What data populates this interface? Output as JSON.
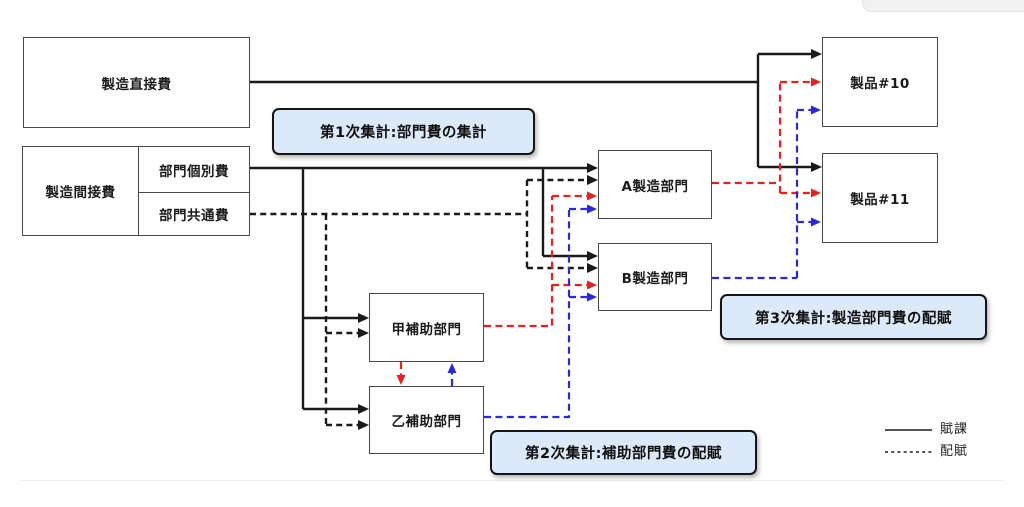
{
  "diagram": {
    "boxes": {
      "direct_cost": {
        "label": "製造直接費"
      },
      "indirect_cost": {
        "label": "製造間接費"
      },
      "dept_individual": {
        "label": "部門個別費"
      },
      "dept_common": {
        "label": "部門共通費"
      },
      "dept_a": {
        "label": "A製造部門"
      },
      "dept_b": {
        "label": "B製造部門"
      },
      "aux_ko": {
        "label": "甲補助部門"
      },
      "aux_otsu": {
        "label": "乙補助部門"
      },
      "product_10": {
        "label": "製品#10"
      },
      "product_11": {
        "label": "製品#11"
      }
    },
    "banners": {
      "first": {
        "label": "第1次集計:部門費の集計"
      },
      "second": {
        "label": "第2次集計:補助部門費の配賦"
      },
      "third": {
        "label": "第3次集計:製造部門費の配賦"
      }
    },
    "legend": {
      "solid": {
        "label": "賦課"
      },
      "dashed": {
        "label": "配賦"
      }
    },
    "colors": {
      "line_black": "#1a1a1a",
      "line_red": "#e8211d",
      "line_blue": "#2929d6",
      "banner_bg": "#dbe9f8",
      "banner_border": "#151515",
      "box_border": "#484848",
      "legend_line": "#555555"
    }
  }
}
